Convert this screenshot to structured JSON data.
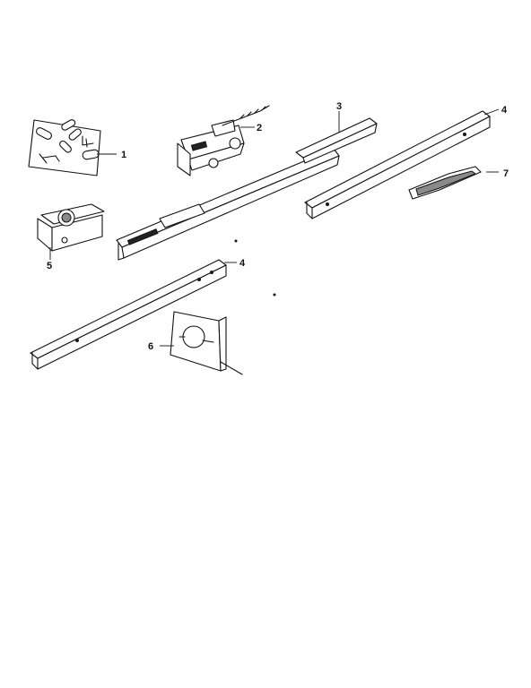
{
  "diagram": {
    "callouts": {
      "c1": "1",
      "c2": "2",
      "c3": "3",
      "c4a": "4",
      "c4b": "4",
      "c5": "5",
      "c6": "6",
      "c7": "7"
    }
  }
}
